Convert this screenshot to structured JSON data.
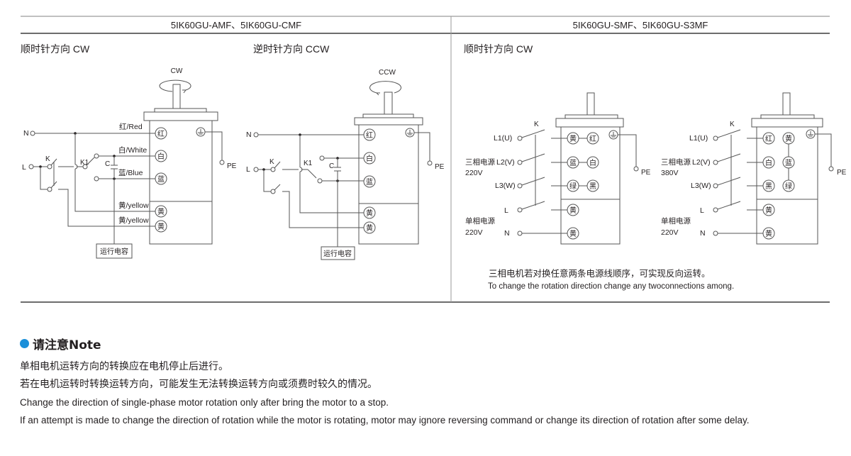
{
  "colors": {
    "accent_bullet": "#1a8fd9",
    "line": "#555555",
    "text": "#231f20"
  },
  "header": {
    "left_models": "5IK60GU-AMF、5IK60GU-CMF",
    "right_models": "5IK60GU-SMF、5IK60GU-S3MF"
  },
  "panel_left": {
    "cw_title": "顺时针方向 CW",
    "ccw_title": "逆时针方向 CCW",
    "cw_diagram": {
      "rotation_label": "CW",
      "inputs": [
        "N",
        "L"
      ],
      "switch_labels": [
        "K",
        "K1"
      ],
      "capacitor_label": "C",
      "wire_labels": [
        "红/Red",
        "白/White",
        "蓝/Blue",
        "黄/yellow",
        "黄/yellow"
      ],
      "terminals": [
        "红",
        "白",
        "蓝",
        "黄",
        "黄"
      ],
      "ground_label": "PE",
      "capacitor_box": "运行电容"
    },
    "ccw_diagram": {
      "rotation_label": "CCW",
      "inputs": [
        "N",
        "L"
      ],
      "switch_labels": [
        "K",
        "K1"
      ],
      "capacitor_label": "C",
      "terminals": [
        "红",
        "白",
        "蓝",
        "黄",
        "黄"
      ],
      "ground_label": "PE",
      "capacitor_box": "运行电容"
    }
  },
  "panel_right": {
    "title": "顺时针方向 CW",
    "diagram_220": {
      "switch_label": "K",
      "three_phase_label": "三相电源",
      "three_phase_voltage": "220V",
      "inputs": [
        "L1(U)",
        "L2(V)",
        "L3(W)",
        "L",
        "N"
      ],
      "single_phase_label": "单相电源",
      "single_phase_voltage": "220V",
      "terminal_rows": [
        [
          "黄",
          "红"
        ],
        [
          "蓝",
          "白"
        ],
        [
          "绿",
          "黑"
        ],
        [
          "黄"
        ],
        [
          "黄"
        ]
      ],
      "ground_label": "PE"
    },
    "diagram_380": {
      "switch_label": "K",
      "three_phase_label": "三相电源",
      "three_phase_voltage": "380V",
      "inputs": [
        "L1(U)",
        "L2(V)",
        "L3(W)",
        "L",
        "N"
      ],
      "single_phase_label": "单相电源",
      "single_phase_voltage": "220V",
      "terminal_rows": [
        [
          "红",
          "黄"
        ],
        [
          "白",
          "蓝"
        ],
        [
          "黑",
          "绿"
        ],
        [
          "黄"
        ],
        [
          "黄"
        ]
      ],
      "ground_label": "PE"
    },
    "caption_cn": "三相电机若对换任意两条电源线顺序，可实现反向运转。",
    "caption_en": "To change the rotation direction change any twoconnections among."
  },
  "note": {
    "title": "请注意Note",
    "lines": [
      "单相电机运转方向的转换应在电机停止后进行。",
      "若在电机运转时转换运转方向，可能发生无法转换运转方向或须费时较久的情况。",
      "Change the direction of single-phase motor rotation only after bring the motor to a stop.",
      "If an attempt is made to change the direction of rotation while the motor is rotating, motor may ignore reversing command or change its direction of rotation after some delay."
    ]
  }
}
